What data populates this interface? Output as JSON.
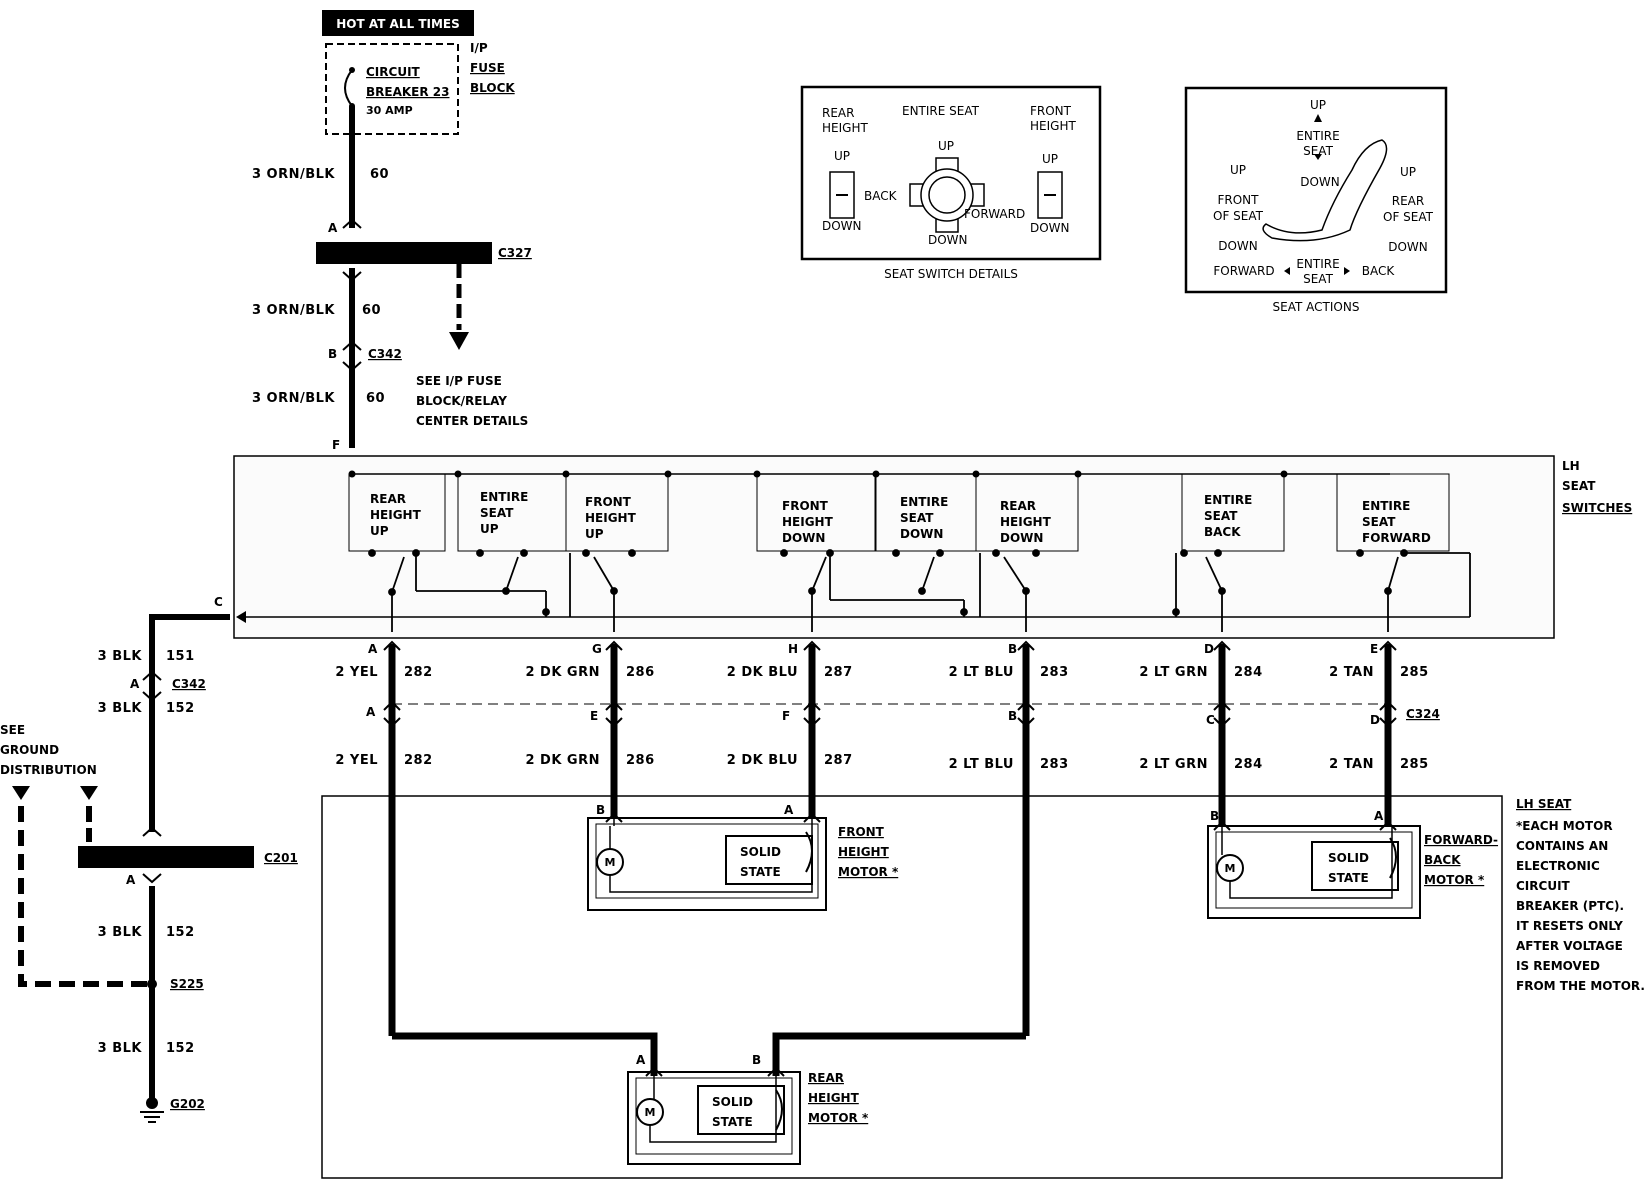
{
  "hot_at_all_times": "HOT AT ALL TIMES",
  "fuse": {
    "cb_line1": "CIRCUIT",
    "cb_line2": "BREAKER 23",
    "cb_amp": "30 AMP",
    "ip_line1": "I/P",
    "ip_line2": "FUSE",
    "ip_line3": "BLOCK"
  },
  "upper_feed": [
    {
      "wire": "3 ORN/BLK",
      "circuit": "60"
    },
    {
      "wire": "3 ORN/BLK",
      "circuit": "60"
    },
    {
      "wire": "3 ORN/BLK",
      "circuit": "60"
    }
  ],
  "pins": {
    "a": "A",
    "b": "B",
    "c": "C",
    "d": "D",
    "e": "E",
    "f": "F",
    "g": "G",
    "h": "H"
  },
  "connectors": {
    "c327": "C327",
    "c342": "C342",
    "c201": "C201",
    "c324": "C324",
    "s225": "S225",
    "g202": "G202"
  },
  "see_ip_note": [
    "SEE I/P FUSE",
    "BLOCK/RELAY",
    "CENTER DETAILS"
  ],
  "seat_switches_label": [
    "LH",
    "SEAT",
    "SWITCHES"
  ],
  "switches": [
    [
      "REAR",
      "HEIGHT",
      "UP"
    ],
    [
      "ENTIRE",
      "SEAT",
      "UP"
    ],
    [
      "FRONT",
      "HEIGHT",
      "UP"
    ],
    [
      "FRONT",
      "HEIGHT",
      "DOWN"
    ],
    [
      "ENTIRE",
      "SEAT",
      "DOWN"
    ],
    [
      "REAR",
      "HEIGHT",
      "DOWN"
    ],
    [
      "ENTIRE",
      "SEAT",
      "BACK"
    ],
    [
      "ENTIRE",
      "SEAT",
      "FORWARD"
    ]
  ],
  "ground_wires": [
    {
      "wire": "3 BLK",
      "circuit": "151"
    },
    {
      "wire": "3 BLK",
      "circuit": "152"
    },
    {
      "wire": "3 BLK",
      "circuit": "152"
    },
    {
      "wire": "3 BLK",
      "circuit": "152"
    }
  ],
  "see_ground": [
    "SEE",
    "GROUND",
    "DISTRIBUTION"
  ],
  "motor_wires_upper": [
    {
      "wire": "2 YEL",
      "circuit": "282"
    },
    {
      "wire": "2 DK GRN",
      "circuit": "286"
    },
    {
      "wire": "2 DK BLU",
      "circuit": "287"
    },
    {
      "wire": "2 LT BLU",
      "circuit": "283"
    },
    {
      "wire": "2 LT GRN",
      "circuit": "284"
    },
    {
      "wire": "2 TAN",
      "circuit": "285"
    }
  ],
  "motor_wires_lower": [
    {
      "wire": "2 YEL",
      "circuit": "282"
    },
    {
      "wire": "2 DK GRN",
      "circuit": "286"
    },
    {
      "wire": "2 DK BLU",
      "circuit": "287"
    },
    {
      "wire": "2 LT BLU",
      "circuit": "283"
    },
    {
      "wire": "2 LT GRN",
      "circuit": "284"
    },
    {
      "wire": "2 TAN",
      "circuit": "285"
    }
  ],
  "lh_seat_note": [
    "LH SEAT",
    "*EACH MOTOR",
    "CONTAINS AN",
    "ELECTRONIC",
    "CIRCUIT",
    "BREAKER (PTC).",
    "IT RESETS ONLY",
    "AFTER VOLTAGE",
    "IS REMOVED",
    "FROM THE MOTOR."
  ],
  "motors": {
    "solid": "SOLID",
    "state": "STATE",
    "m": "M",
    "front_height": [
      "FRONT",
      "HEIGHT",
      "MOTOR *"
    ],
    "forward_back": [
      "FORWARD-",
      "BACK",
      "MOTOR *"
    ],
    "rear_height": [
      "REAR",
      "HEIGHT",
      "MOTOR *"
    ]
  },
  "seat_switch_details": {
    "caption": "SEAT SWITCH DETAILS",
    "rear_height": [
      "REAR",
      "HEIGHT"
    ],
    "entire_seat": "ENTIRE SEAT",
    "front_height": [
      "FRONT",
      "HEIGHT"
    ],
    "up": "UP",
    "down": "DOWN",
    "back": "BACK",
    "forward": "FORWARD"
  },
  "seat_actions": {
    "caption": "SEAT ACTIONS",
    "up": "UP",
    "down": "DOWN",
    "entire_seat": [
      "ENTIRE",
      "SEAT"
    ],
    "front_of_seat": [
      "FRONT",
      "OF SEAT"
    ],
    "rear_of_seat": [
      "REAR",
      "OF SEAT"
    ],
    "forward": "FORWARD",
    "back": "BACK"
  }
}
